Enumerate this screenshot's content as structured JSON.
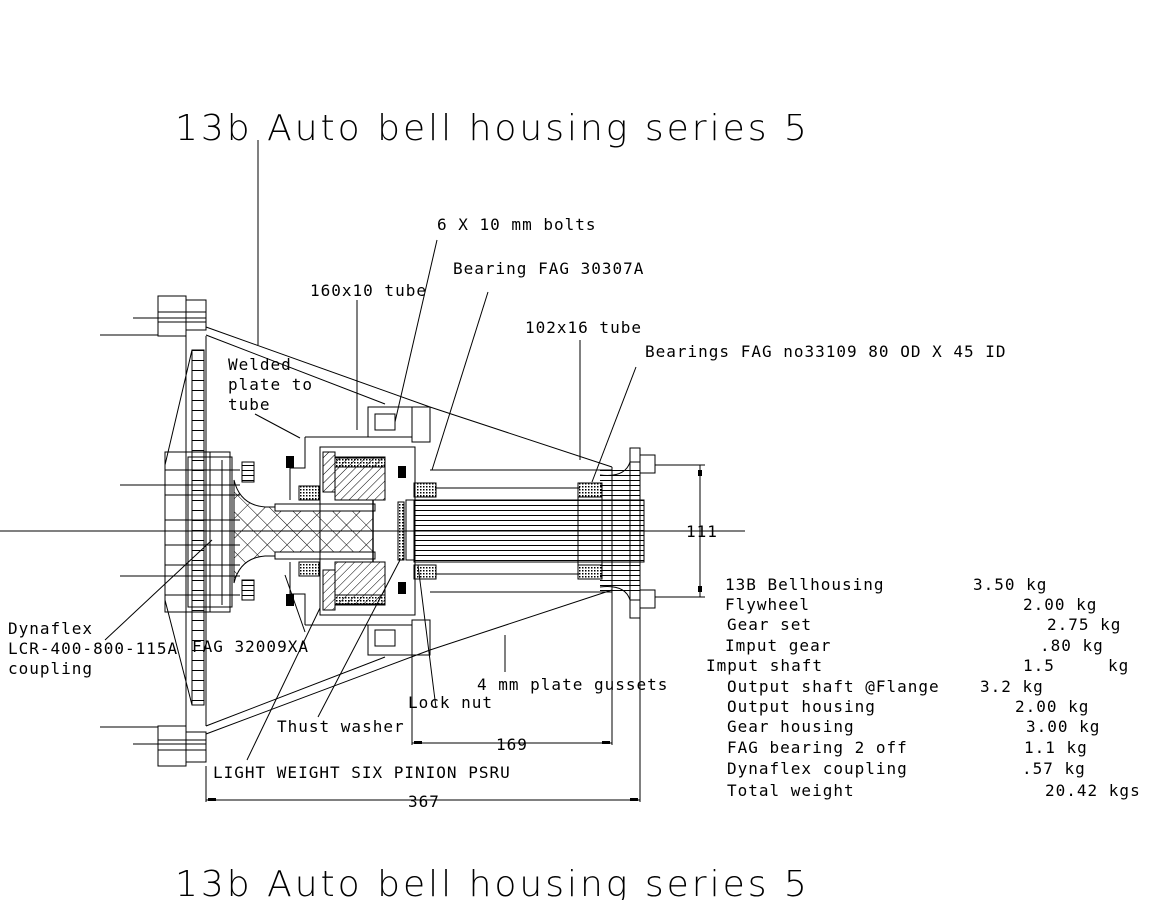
{
  "title_top": "13b Auto bell housing series 5",
  "title_bottom": "13b Auto bell housing series 5",
  "labels": {
    "bolts": "6 X 10 mm bolts",
    "bearing_30307": "Bearing FAG 30307A",
    "tube_160": "160x10 tube",
    "tube_102": "102x16 tube",
    "bearings_33109": "Bearings FAG no33109 80 OD X 45 ID",
    "welded_1": "Welded",
    "welded_2": "plate to",
    "welded_3": "tube",
    "dynaflex_1": "Dynaflex",
    "dynaflex_2": "LCR-400-800-115A",
    "dynaflex_3": "coupling",
    "fag_32009": "FAG 32009XA",
    "gussets": "4 mm plate gussets",
    "lock_nut": "Lock nut",
    "thrust_washer": "Thust washer",
    "psru": "LIGHT WEIGHT SIX PINION PSRU"
  },
  "dimensions": {
    "flange_height": "111",
    "housing_length": "169",
    "overall_length": "367"
  },
  "weights": [
    {
      "item": "13B Bellhousing",
      "value": "3.50 kg"
    },
    {
      "item": "Flywheel",
      "value": "2.00 kg"
    },
    {
      "item": "Gear set",
      "value": "2.75 kg"
    },
    {
      "item": "Imput gear",
      "value": ".80 kg"
    },
    {
      "item": "Imput shaft",
      "value": "1.5",
      "unit": "kg"
    },
    {
      "item": "Output shaft @Flange",
      "value": "3.2 kg"
    },
    {
      "item": "Output housing",
      "value": "2.00 kg"
    },
    {
      "item": "Gear housing",
      "value": "3.00 kg"
    },
    {
      "item": "FAG bearing 2 off",
      "value": "1.1  kg"
    },
    {
      "item": "Dynaflex coupling",
      "value": ".57 kg"
    },
    {
      "item": "Total weight",
      "value": "20.42 kgs"
    }
  ]
}
